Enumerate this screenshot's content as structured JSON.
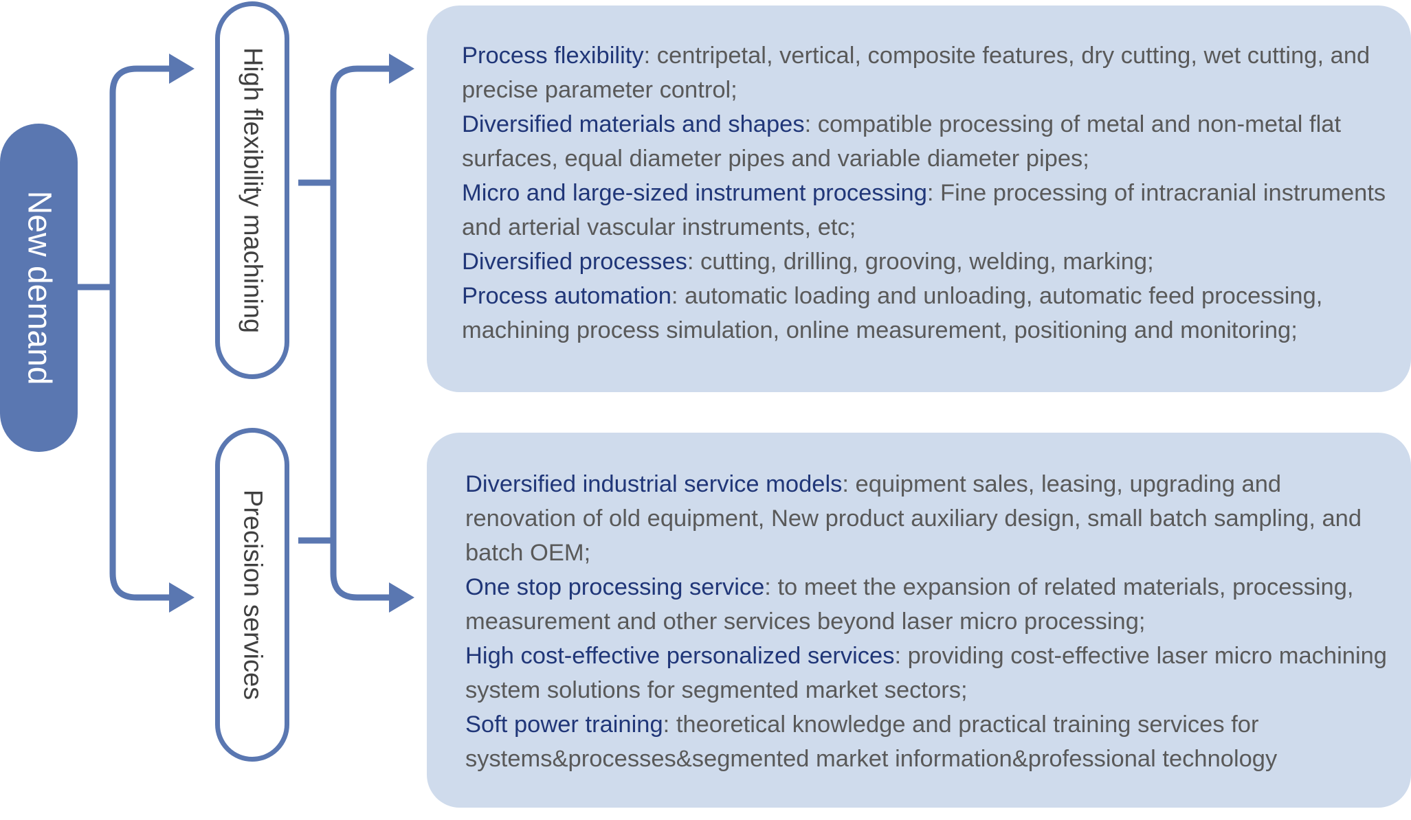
{
  "root": {
    "label": "New demand"
  },
  "branches": [
    {
      "label": "High flexibility machining"
    },
    {
      "label": "Precision services"
    }
  ],
  "panels": [
    {
      "items": [
        {
          "term": "Process flexibility",
          "text": ": centripetal, vertical, composite features, dry cutting, wet cutting, and precise parameter control;"
        },
        {
          "term": "Diversified materials and shapes",
          "text": ": compatible processing of metal and non-metal flat surfaces, equal diameter pipes and variable diameter pipes;"
        },
        {
          "term": "Micro and large-sized instrument processing",
          "text": ": Fine processing of intracranial instruments and arterial vascular instruments, etc;"
        },
        {
          "term": "Diversified processes",
          "text": ": cutting, drilling, grooving, welding, marking;"
        },
        {
          "term": "Process automation",
          "text": ": automatic loading and unloading, automatic feed processing, machining process simulation, online measurement, positioning and monitoring;"
        }
      ]
    },
    {
      "items": [
        {
          "term": "Diversified industrial service models",
          "text": ": equipment sales, leasing, upgrading and renovation of old equipment, New product auxiliary design, small batch sampling, and batch OEM;"
        },
        {
          "term": "One stop processing service",
          "text": ": to meet the expansion of related materials, processing, measurement and other services beyond laser micro processing;"
        },
        {
          "term": "High cost-effective personalized services",
          "text": ": providing cost-effective laser micro machining system solutions for segmented market sectors;"
        },
        {
          "term": "Soft power training",
          "text": ": theoretical knowledge and practical training services for systems&processes&segmented market information&professional technology"
        }
      ]
    }
  ],
  "colors": {
    "accent": "#5a77b1",
    "panel_bg": "#cfdbec",
    "term_text": "#203678",
    "body_text": "#595959"
  }
}
